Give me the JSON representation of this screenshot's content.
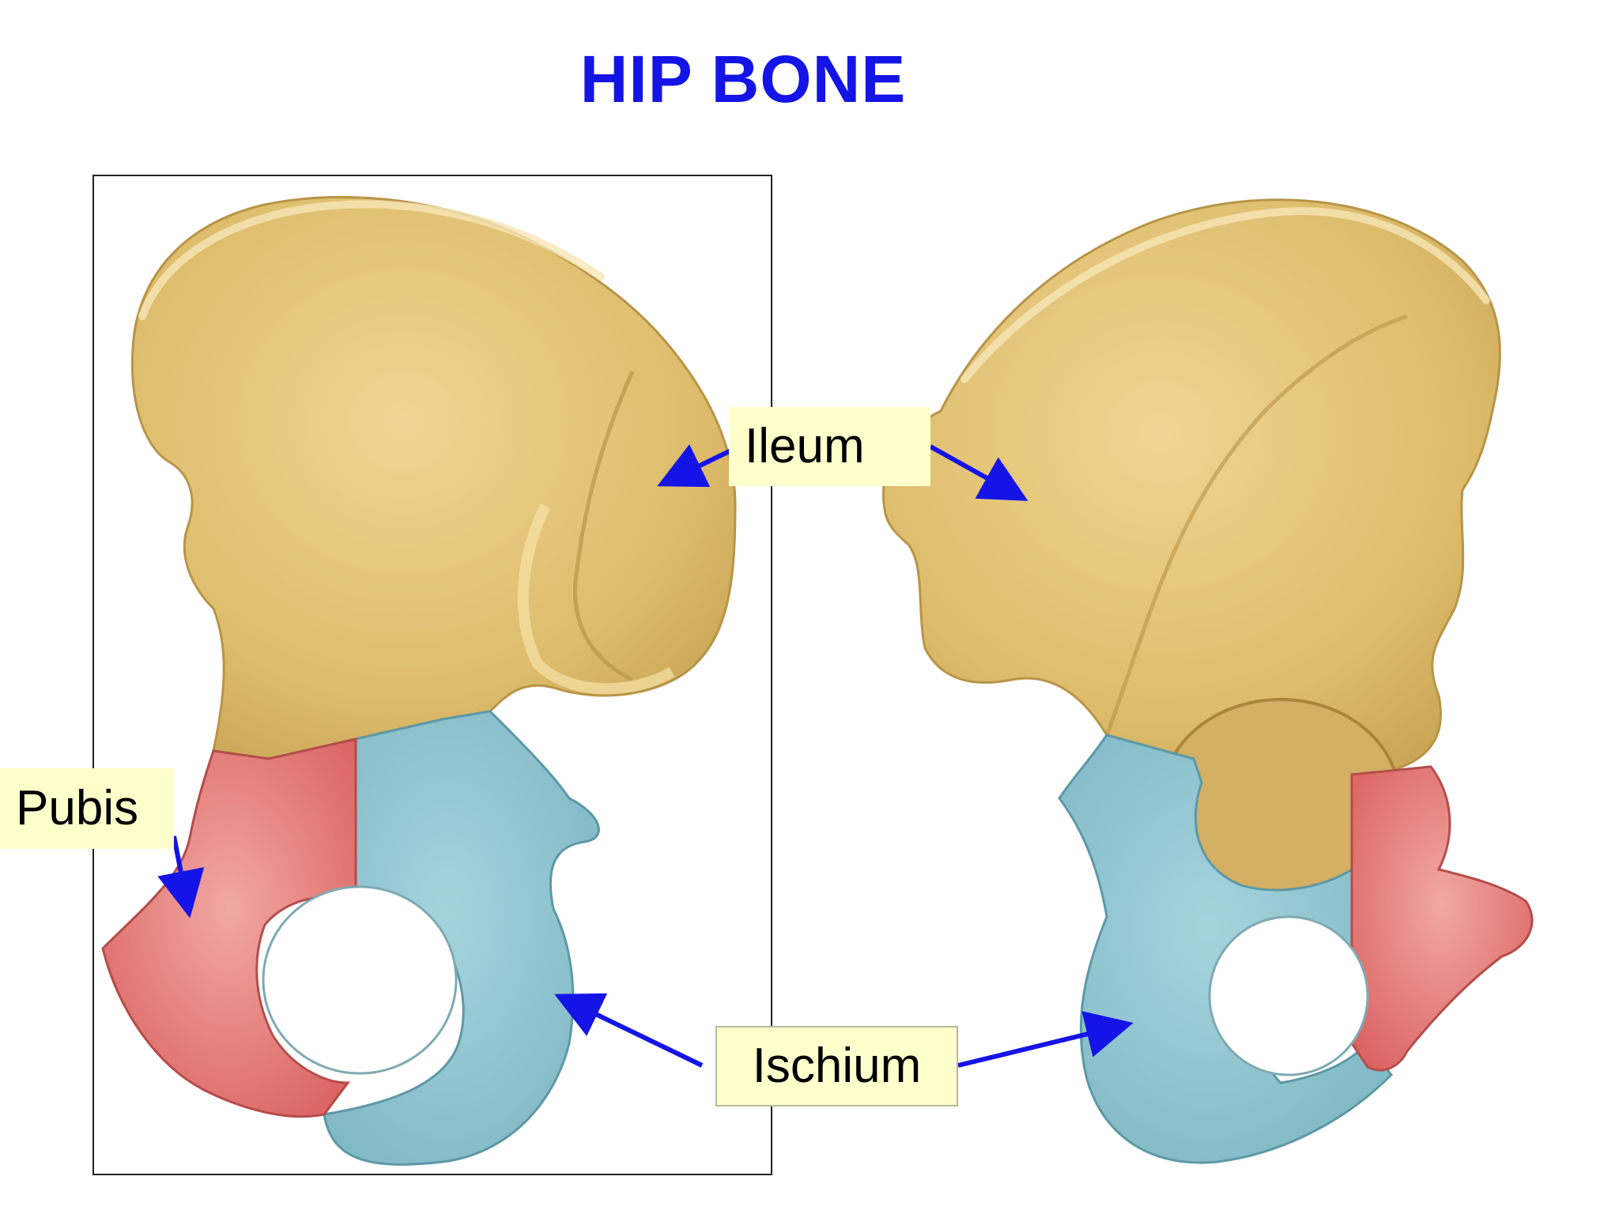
{
  "title": "HIP BONE",
  "labels": {
    "ileum": "Ileum",
    "pubis": "Pubis",
    "ischium": "Ischium"
  },
  "colors": {
    "title": "#1414e6",
    "arrow": "#1414e6",
    "ilium_region": "#e2c374",
    "ischium_region": "#8ec4cf",
    "pubis_region": "#e07b78",
    "label_background": "#ffffcc"
  },
  "views": [
    "lateral-view-left-hip-bone",
    "medial-view-right-hip-bone"
  ]
}
